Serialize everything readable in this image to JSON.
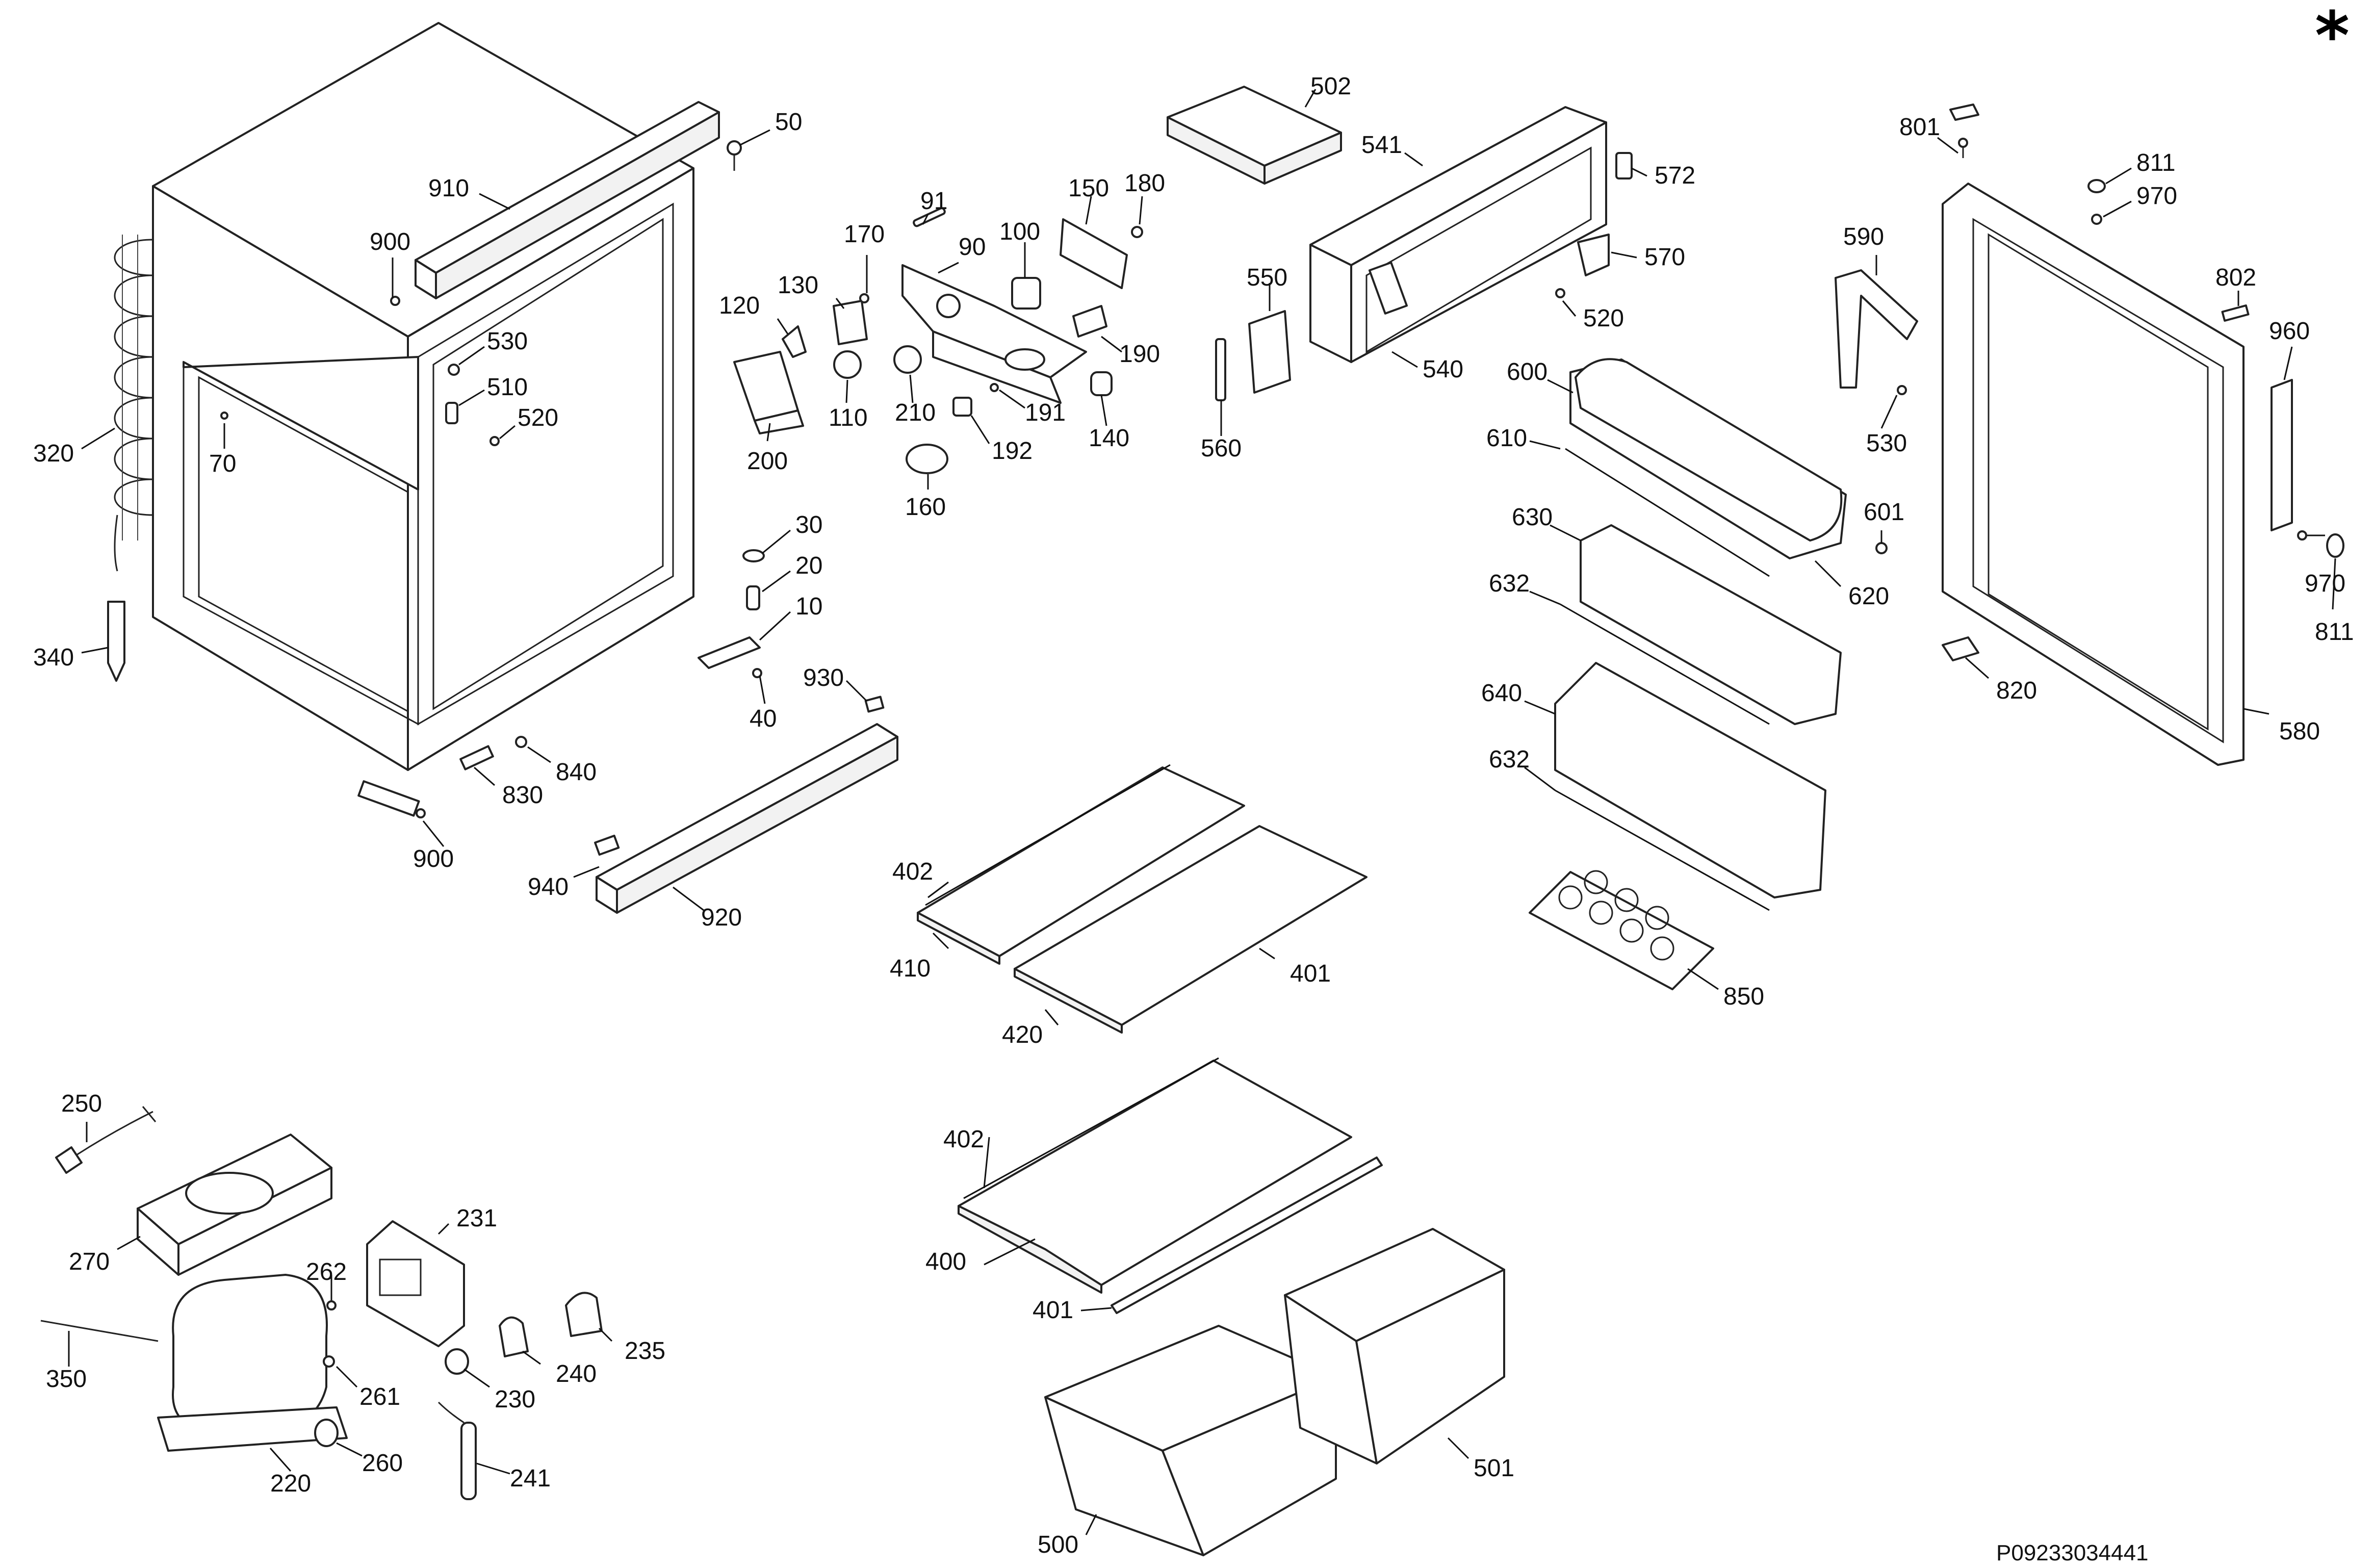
{
  "diagram": {
    "corner_mark": "*",
    "drawing_code": "P09233034441",
    "labels": {
      "l910": "910",
      "l50": "50",
      "l900a": "900",
      "l530a": "530",
      "l510": "510",
      "l520a": "520",
      "l70": "70",
      "l320": "320",
      "l340": "340",
      "l840": "840",
      "l830": "830",
      "l900b": "900",
      "l30": "30",
      "l20": "20",
      "l10": "10",
      "l40": "40",
      "l930": "930",
      "l940": "940",
      "l920": "920",
      "l91": "91",
      "l170": "170",
      "l90": "90",
      "l100": "100",
      "l150": "150",
      "l180": "180",
      "l130": "130",
      "l120": "120",
      "l110": "110",
      "l210": "210",
      "l190": "190",
      "l191": "191",
      "l140": "140",
      "l192": "192",
      "l200": "200",
      "l160": "160",
      "l502": "502",
      "l541": "541",
      "l572": "572",
      "l570": "570",
      "l550": "550",
      "l520b": "520",
      "l540": "540",
      "l560": "560",
      "l600": "600",
      "l610": "610",
      "l601": "601",
      "l620": "620",
      "l630": "630",
      "l632a": "632",
      "l640": "640",
      "l632b": "632",
      "l850": "850",
      "l801": "801",
      "l811a": "811",
      "l970a": "970",
      "l590": "590",
      "l802": "802",
      "l960": "960",
      "l530b": "530",
      "l970b": "970",
      "l811b": "811",
      "l820": "820",
      "l580": "580",
      "l402a": "402",
      "l410": "410",
      "l420": "420",
      "l401a": "401",
      "l402b": "402",
      "l400": "400",
      "l401b": "401",
      "l500": "500",
      "l501": "501",
      "l250": "250",
      "l270": "270",
      "l231": "231",
      "l262": "262",
      "l350": "350",
      "l261": "261",
      "l230": "230",
      "l240": "240",
      "l235": "235",
      "l220": "220",
      "l260": "260",
      "l241": "241"
    }
  }
}
